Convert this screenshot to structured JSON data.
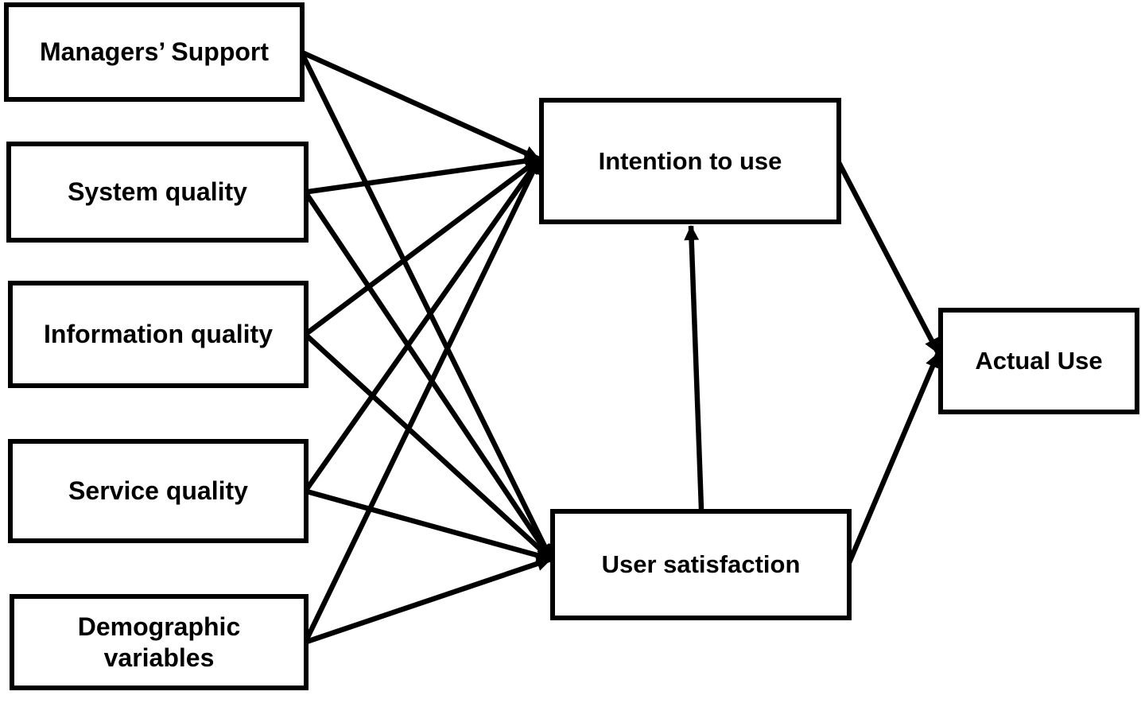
{
  "diagram": {
    "background": "#ffffff",
    "colors": {
      "line": "#000000",
      "border": "#000000",
      "text": "#000000"
    },
    "nodes": {
      "managers_support": {
        "label": "Managers’ Support"
      },
      "system_quality": {
        "label": "System quality"
      },
      "information_quality": {
        "label": "Information quality"
      },
      "service_quality": {
        "label": "Service quality"
      },
      "demographic_variables": {
        "label": "Demographic variables"
      },
      "intention_to_use": {
        "label": "Intention to use"
      },
      "user_satisfaction": {
        "label": "User satisfaction"
      },
      "actual_use": {
        "label": "Actual Use"
      }
    },
    "edges": [
      {
        "from": "managers_support",
        "to": "intention_to_use"
      },
      {
        "from": "managers_support",
        "to": "user_satisfaction"
      },
      {
        "from": "system_quality",
        "to": "intention_to_use"
      },
      {
        "from": "system_quality",
        "to": "user_satisfaction"
      },
      {
        "from": "information_quality",
        "to": "intention_to_use"
      },
      {
        "from": "information_quality",
        "to": "user_satisfaction"
      },
      {
        "from": "service_quality",
        "to": "intention_to_use"
      },
      {
        "from": "service_quality",
        "to": "user_satisfaction"
      },
      {
        "from": "demographic_variables",
        "to": "intention_to_use"
      },
      {
        "from": "demographic_variables",
        "to": "user_satisfaction"
      },
      {
        "from": "user_satisfaction",
        "to": "intention_to_use"
      },
      {
        "from": "intention_to_use",
        "to": "actual_use"
      },
      {
        "from": "user_satisfaction",
        "to": "actual_use"
      }
    ]
  }
}
